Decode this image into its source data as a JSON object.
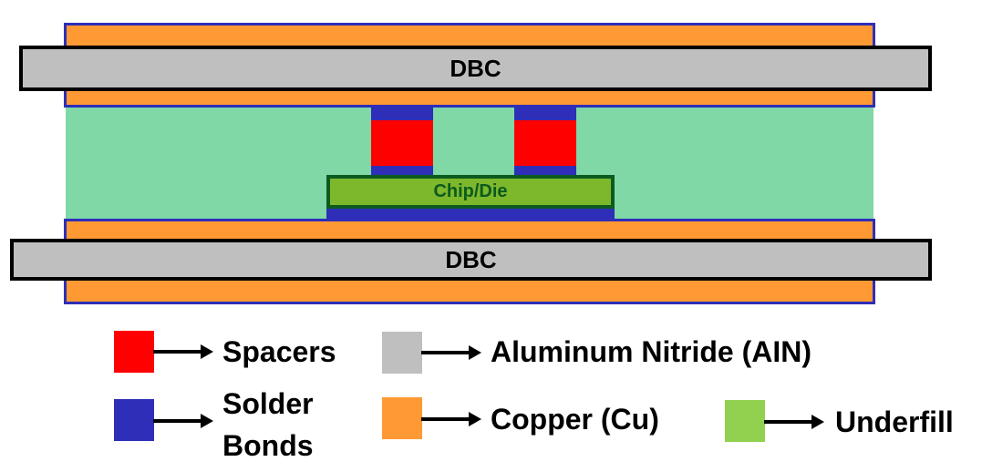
{
  "diagram": {
    "title": "Double-sided cooled power module cross-section",
    "top_dbc_label": "DBC",
    "bottom_dbc_label": "DBC",
    "chip_label": "Chip/Die"
  },
  "colors": {
    "spacer": "#FF0000",
    "solder": "#2E2EB8",
    "aluminum_nitride": "#BFBFBF",
    "copper": "#FF9933",
    "underfill_fill": "#7FD8A6",
    "underfill_legend": "#92D050",
    "chip": "#7DB72B",
    "chip_border": "#0B5A1F"
  },
  "legend": {
    "items": [
      {
        "key": "spacers",
        "label": "Spacers",
        "color": "#FF0000"
      },
      {
        "key": "solder",
        "label_line1": "Solder",
        "label_line2": "Bonds",
        "color": "#2E2EB8"
      },
      {
        "key": "aln",
        "label": "Aluminum Nitride (AIN)",
        "color": "#BFBFBF"
      },
      {
        "key": "copper",
        "label": "Copper (Cu)",
        "color": "#FF9933"
      },
      {
        "key": "underfill",
        "label": "Underfill",
        "color": "#92D050"
      }
    ]
  }
}
